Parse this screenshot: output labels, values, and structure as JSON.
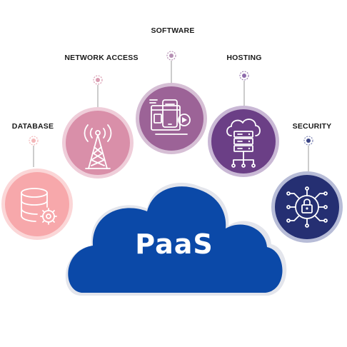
{
  "diagram": {
    "center": {
      "label": "PaaS"
    },
    "nodes": [
      {
        "id": "database",
        "label": "DATABASE",
        "icon": "database-gear-icon",
        "color": "#f7a8ab",
        "border": "#fbd6d7"
      },
      {
        "id": "network",
        "label": "NETWORK ACCESS",
        "icon": "antenna-tower-icon",
        "color": "#d98fa9",
        "border": "#efcdd9"
      },
      {
        "id": "software",
        "label": "SOFTWARE",
        "icon": "software-app-icon",
        "color": "#9c6397",
        "border": "#d6bfd5"
      },
      {
        "id": "hosting",
        "label": "HOSTING",
        "icon": "cloud-server-icon",
        "color": "#6b3f86",
        "border": "#c9b8d5"
      },
      {
        "id": "security",
        "label": "SECURITY",
        "icon": "security-lock-circuit-icon",
        "color": "#252f72",
        "border": "#b7bcd7"
      }
    ],
    "colors": {
      "cloud": "#0b49a8",
      "cloud_shadow": "#dfe2ea",
      "connector": "#9a9a9a"
    }
  }
}
